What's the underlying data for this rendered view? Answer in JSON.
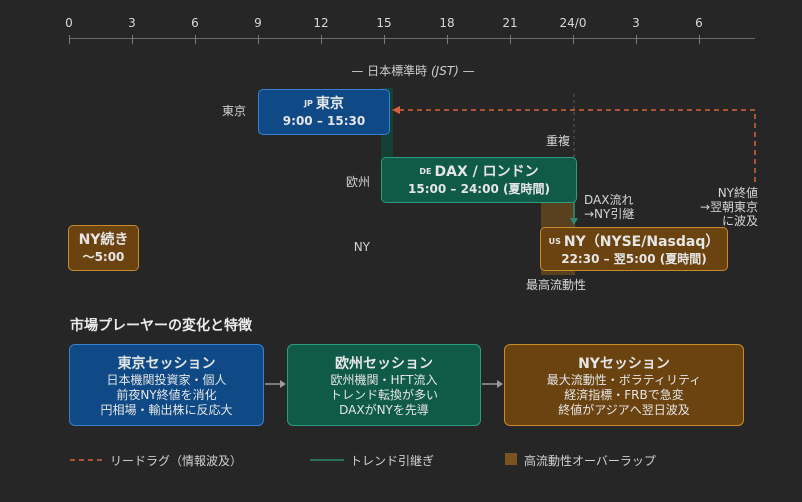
{
  "axis": {
    "ticks": [
      "0",
      "3",
      "6",
      "9",
      "12",
      "15",
      "18",
      "21",
      "24/0",
      "3",
      "6"
    ],
    "caption": "日本標準時",
    "caption_unit": "(JST)"
  },
  "rows": {
    "tokyo": "東京",
    "europe": "欧州",
    "ny": "NY"
  },
  "sessions": {
    "tokyo": {
      "flag": "JP",
      "name": "東京",
      "time": "9:00 – 15:30"
    },
    "europe": {
      "flag": "DE",
      "name": "DAX / ロンドン",
      "time": "15:00 – 24:00 (夏時間)"
    },
    "ny": {
      "flag": "US",
      "name": "NY（NYSE/Nasdaq）",
      "time": "22:30 – 翌5:00 (夏時間)"
    },
    "ny_continue": {
      "name": "NY続き",
      "time": "〜5:00"
    }
  },
  "annotations": {
    "overlap": "重複",
    "dax_flow": [
      "DAX流れ",
      "→NY引継"
    ],
    "ny_close": [
      "NY終値",
      "→翌朝東京",
      "に波及"
    ],
    "peak_liquidity": "最高流動性"
  },
  "players_section": {
    "title": "市場プレーヤーの変化と特徴",
    "cards": [
      {
        "title": "東京セッション",
        "lines": [
          "日本機関投資家・個人",
          "前夜NY終値を消化",
          "円相場・輸出株に反応大"
        ]
      },
      {
        "title": "欧州セッション",
        "lines": [
          "欧州機関・HFT流入",
          "トレンド転換が多い",
          "DAXがNYを先導"
        ]
      },
      {
        "title": "NYセッション",
        "lines": [
          "最大流動性・ボラティリティ",
          "経済指標・FRBで急変",
          "終値がアジアへ翌日波及"
        ]
      }
    ]
  },
  "legend": {
    "lead_lag": "リードラグ（情報波及）",
    "trend": "トレンド引継ぎ",
    "overlap": "高流動性オーバーラップ"
  },
  "colors": {
    "background": "#262626",
    "tokyo_fill": "#0f4a86",
    "tokyo_border": "#3b7fd0",
    "europe_fill": "#0f5a48",
    "europe_border": "#2f9c7e",
    "ny_fill": "#6a4310",
    "ny_border": "#c98a2c",
    "lead_lag": "#d9603a",
    "trend": "#2a8c70",
    "overlap": "#7a5420"
  }
}
